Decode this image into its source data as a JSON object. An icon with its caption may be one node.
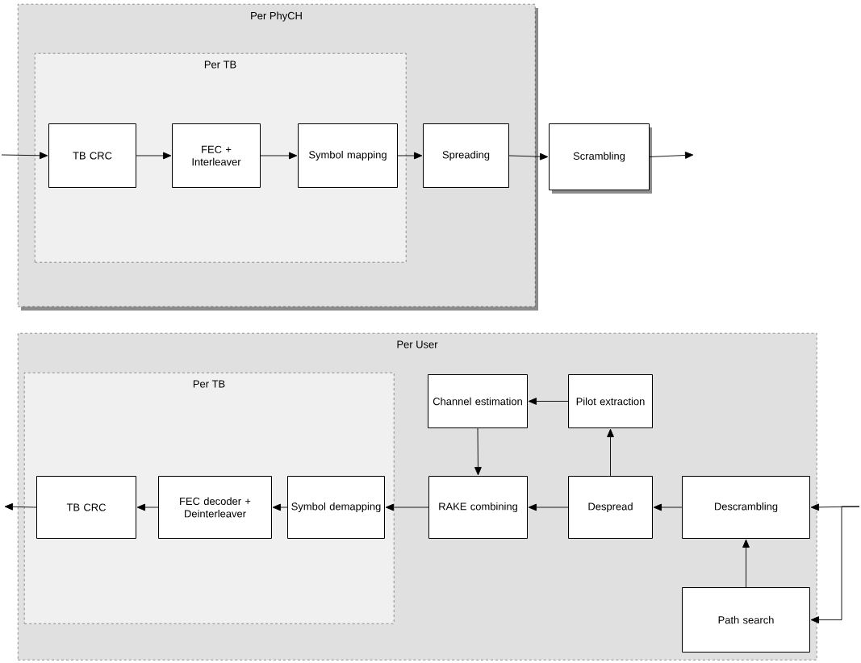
{
  "diagram": {
    "nodes": [
      {
        "text": [
          "Per PhyCH"
        ]
      },
      {
        "text": [
          "Per TB"
        ],
        "in": 0
      },
      {
        "text": [
          "TB CRC"
        ],
        "in": 1
      },
      {
        "text": [
          "FEC + Interleaver"
        ],
        "in": 1
      },
      {
        "text": [
          "Symbol mapping"
        ],
        "in": 1
      },
      {
        "text": [
          "Spreading"
        ],
        "in": 0
      },
      {
        "text": [
          "Scrambling"
        ]
      },
      {
        "text": [
          "Per User"
        ]
      },
      {
        "text": [
          "Per TB"
        ],
        "in": 7
      },
      {
        "text": [
          "TB CRC"
        ],
        "in": 8
      },
      {
        "text": [
          "FEC decoder + Deinterleaver"
        ],
        "in": 8
      },
      {
        "text": [
          "Symbol demapping"
        ],
        "in": 8
      },
      {
        "text": [
          "RAKE combining"
        ],
        "in": 7
      },
      {
        "text": [
          "Despread"
        ],
        "in": 7
      },
      {
        "text": [
          "Descrambling"
        ],
        "in": 7
      },
      {
        "text": [
          "Channel estimation"
        ],
        "in": 7
      },
      {
        "text": [
          "Pilot extraction"
        ],
        "in": 7
      },
      {
        "text": [
          "Path search"
        ],
        "in": 7
      }
    ],
    "edges": [
      {
        "from": null,
        "to": 2,
        "arrow": "to"
      },
      {
        "from": 2,
        "to": 3,
        "arrow": "to"
      },
      {
        "from": 3,
        "to": 4,
        "arrow": "to"
      },
      {
        "from": 4,
        "to": 5,
        "arrow": "to"
      },
      {
        "from": 5,
        "to": 6,
        "arrow": "to"
      },
      {
        "from": 6,
        "to": null,
        "arrow": "to"
      },
      {
        "from": null,
        "to": 14,
        "arrow": "to"
      },
      {
        "from": null,
        "to": 17,
        "arrow": "to"
      },
      {
        "from": 17,
        "to": 14,
        "arrow": "to"
      },
      {
        "from": 14,
        "to": 13,
        "arrow": "to"
      },
      {
        "from": 13,
        "to": 12,
        "arrow": "to"
      },
      {
        "from": 13,
        "to": 16,
        "arrow": "to"
      },
      {
        "from": 16,
        "to": 15,
        "arrow": "to"
      },
      {
        "from": 15,
        "to": 12,
        "arrow": "to"
      },
      {
        "from": 12,
        "to": 11,
        "arrow": "to"
      },
      {
        "from": 11,
        "to": 10,
        "arrow": "to"
      },
      {
        "from": 10,
        "to": 9,
        "arrow": "to"
      },
      {
        "from": 9,
        "to": null,
        "arrow": "to"
      }
    ]
  }
}
